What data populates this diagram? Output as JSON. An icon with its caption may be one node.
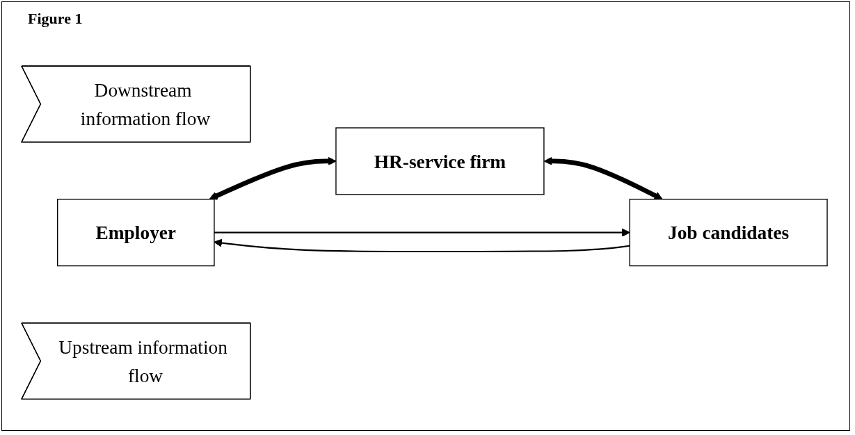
{
  "diagram": {
    "title": "Figure 1",
    "nodes": [
      {
        "text": [
          "Downstream information flow"
        ]
      },
      {
        "text": [
          "Employer"
        ]
      },
      {
        "text": [
          "HR-service firm"
        ]
      },
      {
        "text": [
          "Job candidates"
        ]
      },
      {
        "text": [
          "Upstream information flow"
        ]
      }
    ],
    "edges": [
      {
        "from": 1,
        "to": 2,
        "arrow": "both",
        "style": "thick"
      },
      {
        "from": 2,
        "to": 3,
        "arrow": "both",
        "style": "thick"
      },
      {
        "from": 1,
        "to": 3,
        "arrow": "to"
      },
      {
        "from": 3,
        "to": 1,
        "arrow": "to"
      }
    ]
  }
}
